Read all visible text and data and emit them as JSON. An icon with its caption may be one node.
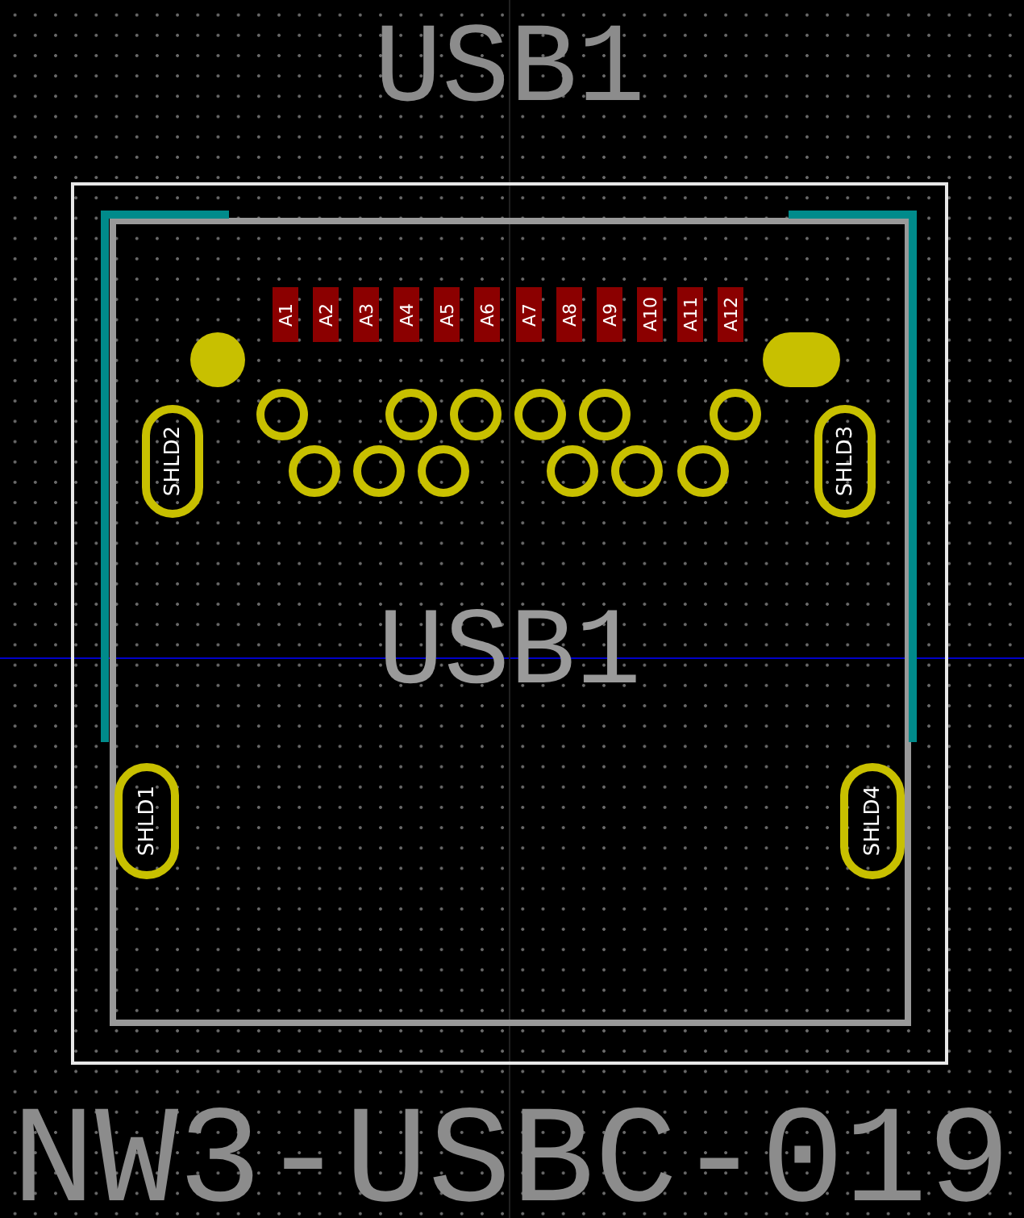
{
  "diagram": {
    "nodes": [
      {
        "text": [
          "A1"
        ]
      },
      {
        "text": [
          "A2"
        ]
      },
      {
        "text": [
          "A3"
        ]
      },
      {
        "text": [
          "A4"
        ]
      },
      {
        "text": [
          "A5"
        ]
      },
      {
        "text": [
          "A6"
        ]
      },
      {
        "text": [
          "A7"
        ]
      },
      {
        "text": [
          "A8"
        ]
      },
      {
        "text": [
          "A9"
        ]
      },
      {
        "text": [
          "A10"
        ]
      },
      {
        "text": [
          "A11"
        ]
      },
      {
        "text": [
          "A12"
        ]
      },
      {
        "text": [
          "SHLD2"
        ]
      },
      {
        "text": [
          "SHLD3"
        ]
      },
      {
        "text": [
          "SHLD1"
        ]
      },
      {
        "text": [
          "SHLD4"
        ]
      }
    ],
    "labels": [
      "USB1",
      "USB1",
      "NW3-USBC-019"
    ]
  }
}
